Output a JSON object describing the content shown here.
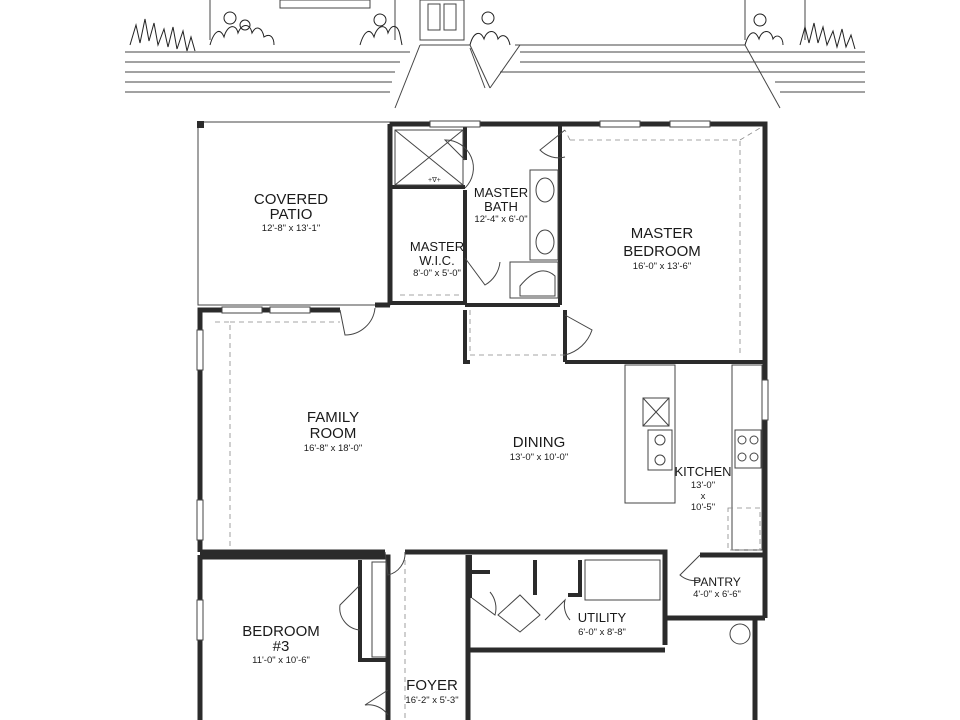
{
  "rooms": {
    "covered_patio": {
      "name_line1": "COVERED",
      "name_line2": "PATIO",
      "dims": "12'-8\" x 13'-1\""
    },
    "master_bath": {
      "name_line1": "MASTER",
      "name_line2": "BATH",
      "dims": "12'-4\" x 6'-0\""
    },
    "master_wic": {
      "name_line1": "MASTER",
      "name_line2": "W.I.C.",
      "dims": "8'-0\" x 5'-0\""
    },
    "master_bedroom": {
      "name_line1": "MASTER",
      "name_line2": "BEDROOM",
      "dims": "16'-0\" x 13'-6\""
    },
    "family_room": {
      "name_line1": "FAMILY",
      "name_line2": "ROOM",
      "dims": "16'-8\" x 18'-0\""
    },
    "dining": {
      "name": "DINING",
      "dims": "13'-0\" x 10'-0\""
    },
    "kitchen": {
      "name": "KITCHEN",
      "dim_line1": "13'-0\"",
      "dim_line2": "x",
      "dim_line3": "10'-5\""
    },
    "pantry": {
      "name": "PANTRY",
      "dims": "4'-0\" x 6'-6\""
    },
    "utility": {
      "name": "UTILITY",
      "dims": "6'-0\" x 8'-8\""
    },
    "bedroom_3": {
      "name_line1": "BEDROOM",
      "name_line2": "#3",
      "dims": "11'-0\" x 10'-6\""
    },
    "foyer": {
      "name": "FOYER",
      "dims": "16'-2\" x 5'-3\""
    }
  },
  "colors": {
    "wall": "#2b2b2b",
    "line": "#444444",
    "background": "#ffffff"
  }
}
